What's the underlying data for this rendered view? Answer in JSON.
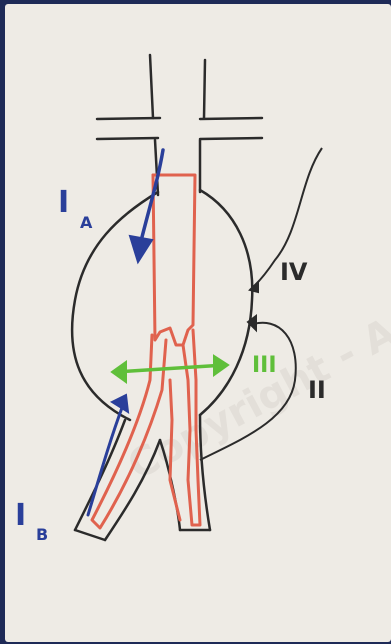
{
  "colors": {
    "frame": "#1e2a57",
    "paper": "#eeebe5",
    "ink_black": "#2b2b2b",
    "graft_red": "#e0624e",
    "flow_blue": "#2a3f9a",
    "endoleak_green": "#5fbf3a"
  },
  "labels": {
    "type_1a_numeral": "I",
    "type_1a_sub": "A",
    "type_1b_numeral": "I",
    "type_1b_sub": "B",
    "type_2": "II",
    "type_3": "III",
    "type_4": "IV"
  },
  "watermark": "Copyright - Ask Us Papers"
}
